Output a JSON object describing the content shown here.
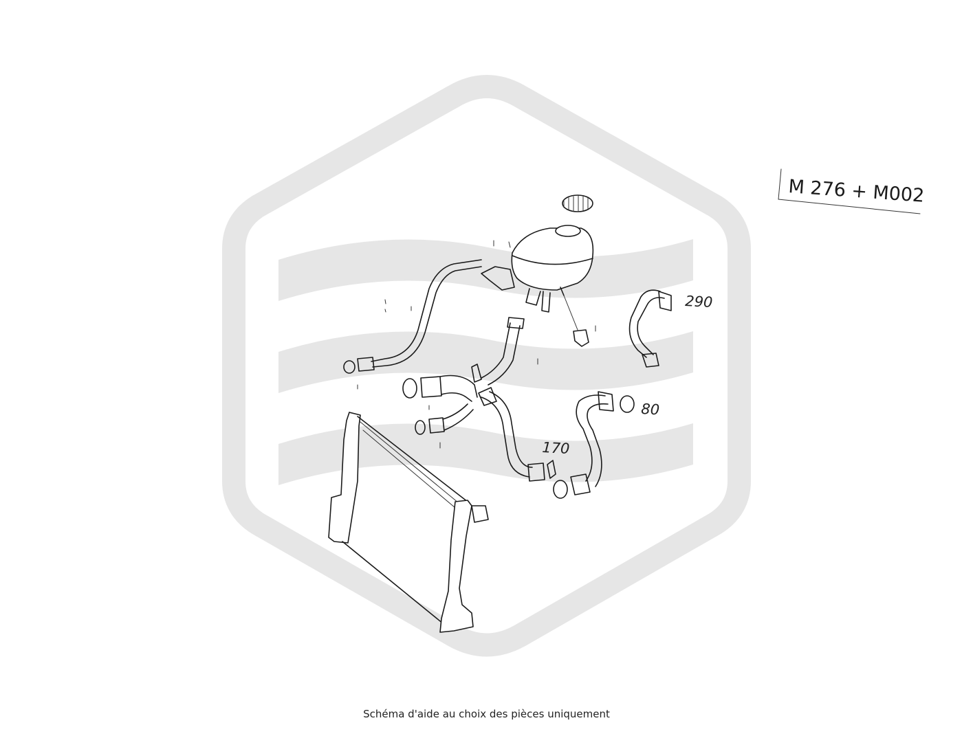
{
  "engine_label": "M 276 + M002",
  "callouts": {
    "c290": "290",
    "c80": "80",
    "c170": "170"
  },
  "caption": "Schéma d'aide au choix des pièces uniquement",
  "colors": {
    "watermark": "#e6e6e6",
    "line_art": "#1a1a1a"
  }
}
